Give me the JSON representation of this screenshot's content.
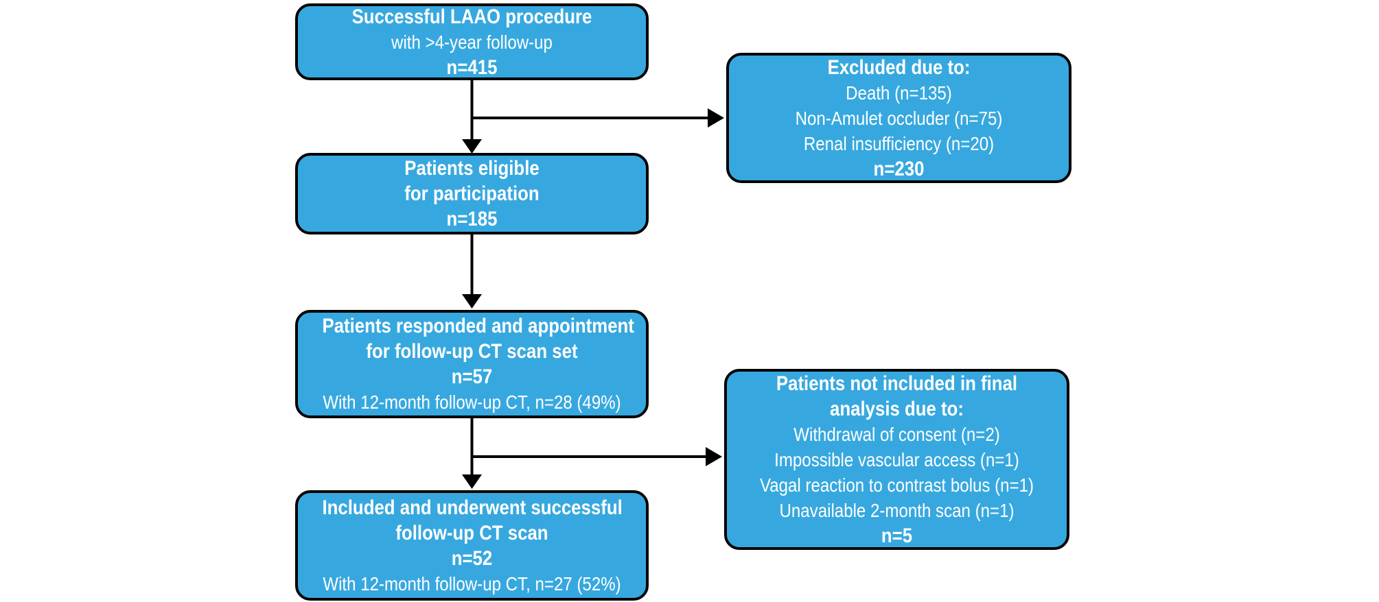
{
  "colors": {
    "box_fill": "#37A8DF",
    "box_border": "#000000",
    "box_text": "#ffffff",
    "arrow": "#000000"
  },
  "boxes": {
    "procedure": {
      "title": "Successful LAAO procedure",
      "subtitle": "with >4-year follow-up",
      "count": "n=415"
    },
    "excluded": {
      "heading": "Excluded due to:",
      "reason_death": "Death (n=135)",
      "reason_non_amulet": "Non-Amulet occluder (n=75)",
      "reason_renal": "Renal insufficiency (n=20)",
      "count": "n=230"
    },
    "eligible": {
      "title_line1": "Patients eligible",
      "title_line2": "for participation",
      "count": "n=185"
    },
    "responded": {
      "title_line1": "Patients responded and appointment",
      "title_line2": "for follow-up CT scan set",
      "count": "n=57",
      "note": "With 12-month follow-up CT, n=28 (49%)"
    },
    "not_included": {
      "heading_line1": "Patients not included in final",
      "heading_line2": "analysis due to:",
      "reason_withdrawal": "Withdrawal of consent (n=2)",
      "reason_vascular": "Impossible vascular access (n=1)",
      "reason_vagal": "Vagal reaction to contrast bolus (n=1)",
      "reason_unavailable": "Unavailable 2-month scan (n=1)",
      "count": "n=5"
    },
    "included": {
      "title_line1": "Included and underwent successful",
      "title_line2": "follow-up CT scan",
      "count": "n=52",
      "note": "With 12-month follow-up CT, n=27 (52%)"
    }
  }
}
